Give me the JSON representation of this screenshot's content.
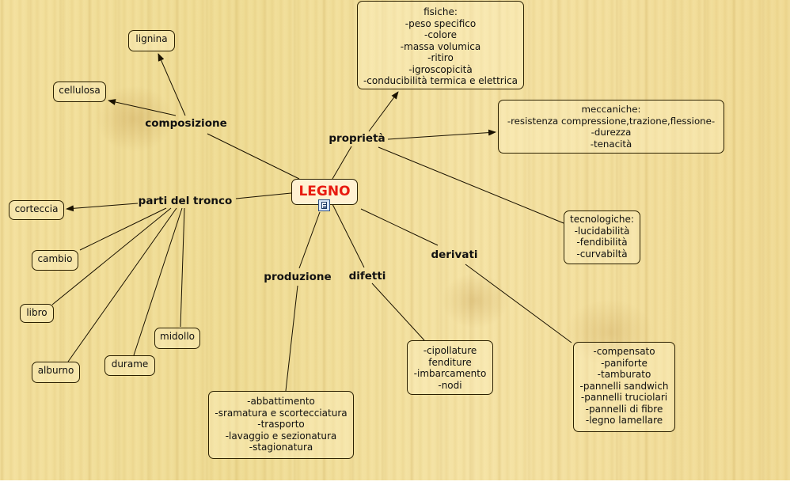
{
  "center": {
    "title": "LEGNO",
    "icon": "document-icon"
  },
  "labels": {
    "composizione": "composizione",
    "parti": "parti del tronco",
    "proprieta": "proprietà",
    "produzione": "produzione",
    "difetti": "difetti",
    "derivati": "derivati"
  },
  "nodes": {
    "lignina": "lignina",
    "cellulosa": "cellulosa",
    "corteccia": "corteccia",
    "cambio": "cambio",
    "libro": "libro",
    "alburno": "alburno",
    "durame": "durame",
    "midollo": "midollo",
    "fisiche": "fisiche:\n-peso specifico\n-colore\n-massa volumica\n-ritiro\n-igroscopicità\n-conducibilità termica e elettrica",
    "meccaniche": "meccaniche:\n-resistenza compressione,trazione,flessione-\n-durezza\n-tenacità",
    "tecnologiche": "tecnologiche:\n-lucidabilità\n-fendibilità\n-curvabiltà",
    "produzione": "-abbattimento\n-sramatura e scortecciatura\n-trasporto\n-lavaggio e sezionatura\n-stagionatura",
    "difetti": "-cipollature\nfenditure\n-imbarcamento\n-nodi",
    "derivati": "-compensato\n-paniforte\n-tamburato\n-pannelli sandwich\n-pannelli truciolari\n-pannelli di fibre\n-legno lamellare"
  },
  "colors": {
    "center_text": "#e81a10",
    "line": "#1a1200"
  }
}
